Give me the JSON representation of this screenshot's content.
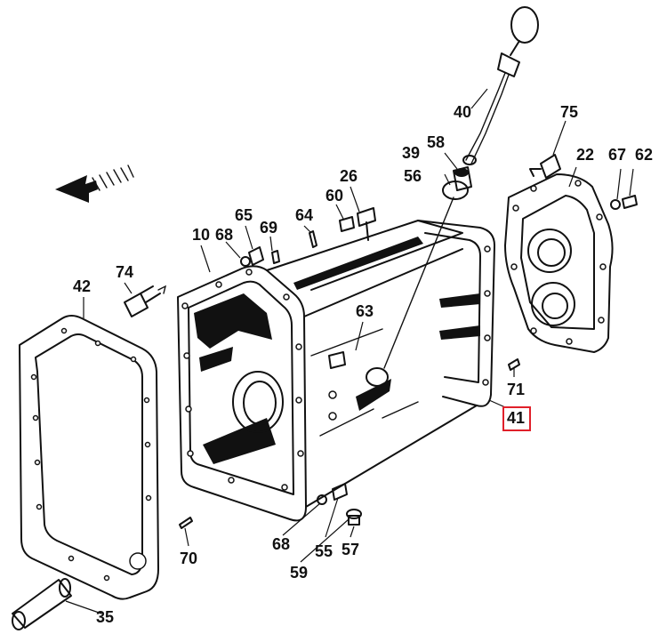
{
  "diagram": {
    "highlighted_part": "41",
    "part_labels": [
      "40",
      "75",
      "39",
      "58",
      "22",
      "67",
      "62",
      "56",
      "26",
      "60",
      "64",
      "65",
      "10",
      "68",
      "69",
      "74",
      "42",
      "63",
      "71",
      "41",
      "68",
      "55",
      "57",
      "59",
      "70",
      "35"
    ]
  },
  "colors": {
    "line": "#111111",
    "highlight": "#e0202a",
    "background": "#ffffff"
  }
}
